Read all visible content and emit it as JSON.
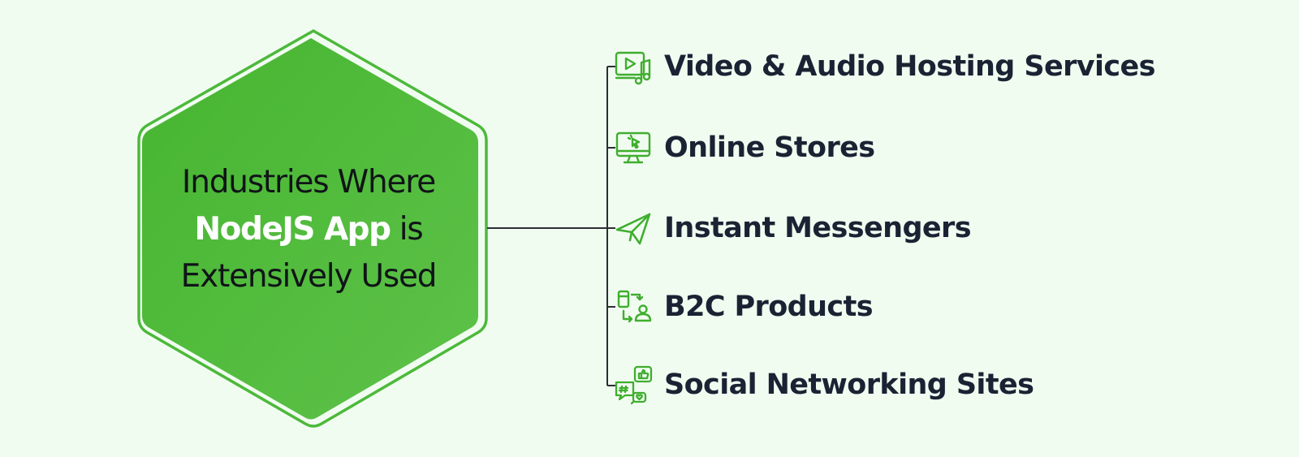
{
  "title": {
    "line1": "Industries Where",
    "highlight": "NodeJS App",
    "line2_suffix": "is",
    "line3": "Extensively Used"
  },
  "items": [
    {
      "label": "Video & Audio Hosting Services",
      "icon": "video-audio-icon"
    },
    {
      "label": "Online Stores",
      "icon": "monitor-cursor-icon"
    },
    {
      "label": "Instant Messengers",
      "icon": "paper-plane-icon"
    },
    {
      "label": "B2C Products",
      "icon": "transfer-user-icon"
    },
    {
      "label": "Social Networking Sites",
      "icon": "social-bubbles-icon"
    }
  ],
  "colors": {
    "background": "#f1fcf1",
    "hexagon_fill": "#4cb93a",
    "hexagon_border": "#4cb93a",
    "accent": "#3fae2e",
    "connector": "#2b2f33",
    "title_text": "#101418",
    "highlight_text": "#ffffff",
    "item_text": "#1a2333"
  }
}
